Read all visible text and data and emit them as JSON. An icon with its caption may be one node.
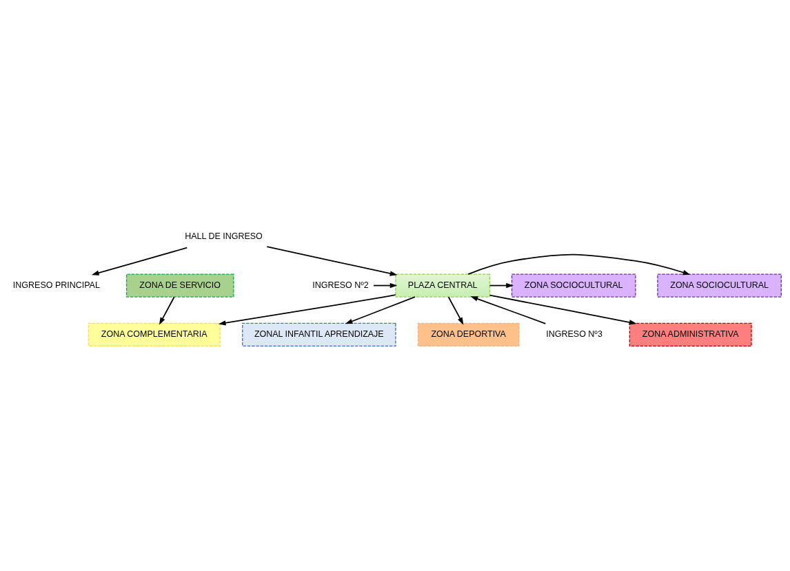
{
  "diagram": {
    "nodes": [
      {
        "text": [
          "INGRESO PRINCIPAL"
        ]
      },
      {
        "text": [
          "HALL DE INGRESO"
        ]
      },
      {
        "text": [
          "ZONA ADMINISTRATIVA"
        ]
      },
      {
        "text": [
          "ZONAL INFANTIL APRENDIZAJE"
        ]
      },
      {
        "text": [
          "INGRESO Nº2"
        ]
      },
      {
        "text": [
          "ZONA SOCIOCULTURAL"
        ]
      },
      {
        "text": [
          "PLAZA CENTRAL"
        ]
      },
      {
        "text": [
          "ZONA SOCIOCULTURAL"
        ]
      },
      {
        "text": [
          "ZONA DEPORTIVA"
        ]
      },
      {
        "text": [
          "ZONA COMPLEMENTARIA"
        ]
      },
      {
        "text": [
          "INGRESO Nº3"
        ]
      },
      {
        "text": [
          "ZONA DE SERVICIO"
        ]
      }
    ],
    "edges": [
      {
        "from": 1,
        "to": 0,
        "arrow": "to"
      },
      {
        "from": 1,
        "to": 6,
        "arrow": "to"
      },
      {
        "from": 6,
        "to": 2,
        "arrow": "to"
      },
      {
        "from": 6,
        "to": 3,
        "arrow": "to"
      },
      {
        "from": 4,
        "to": 6,
        "arrow": "to"
      },
      {
        "from": 6,
        "to": 5,
        "arrow": "to"
      },
      {
        "from": 6,
        "to": 7,
        "arrow": "to"
      },
      {
        "from": 6,
        "to": 8,
        "arrow": "to"
      },
      {
        "from": 6,
        "to": 9,
        "arrow": "to"
      },
      {
        "from": 10,
        "to": 6,
        "arrow": "to"
      },
      {
        "from": 11,
        "to": 9,
        "arrow": "to"
      }
    ]
  }
}
